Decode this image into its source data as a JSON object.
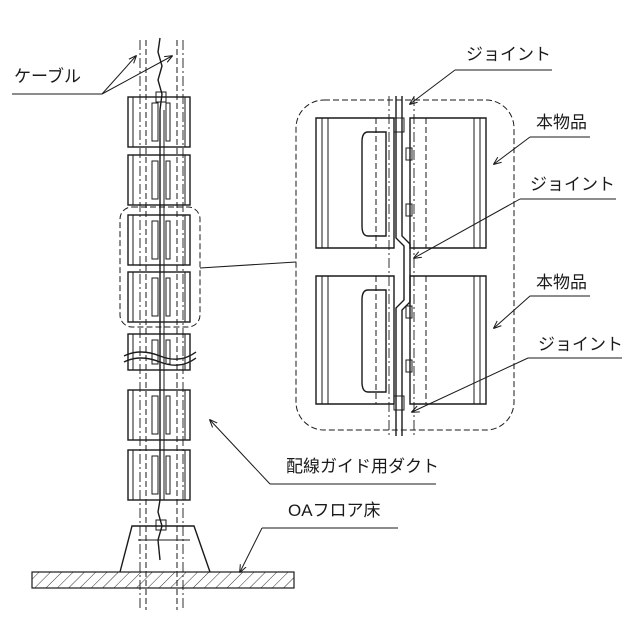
{
  "labels": {
    "cable": "ケーブル",
    "joint": "ジョイント",
    "product": "本物品",
    "duct": "配線ガイド用ダクト",
    "floor": "OAフロア床"
  },
  "colors": {
    "line": "#1a1a1a",
    "background": "#ffffff"
  }
}
